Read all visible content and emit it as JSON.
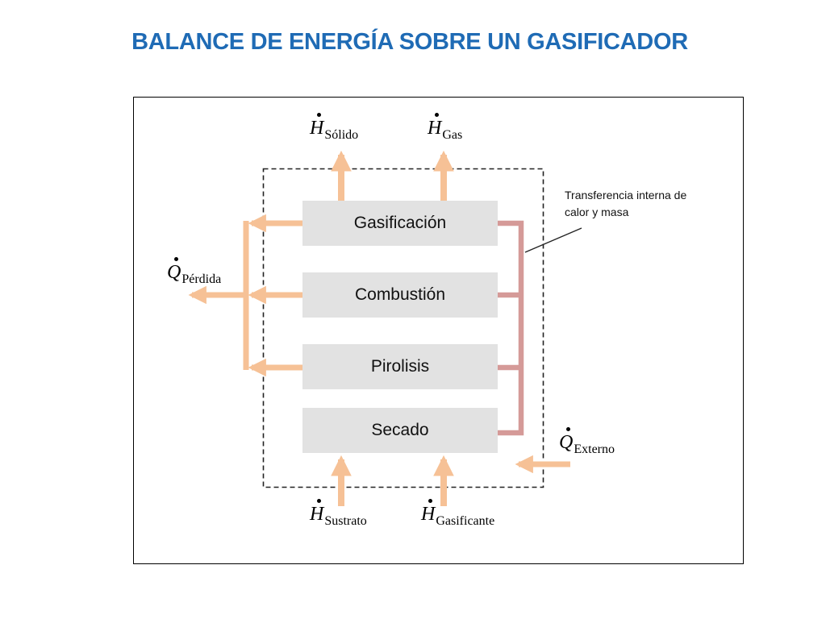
{
  "title": "BALANCE DE ENERGÍA SOBRE UN GASIFICADOR",
  "colors": {
    "title": "#1f6bb5",
    "block_fill": "#e2e2e2",
    "flow_arrow": "#f6c196",
    "internal_transfer": "#d59a98",
    "boundary": "#222222"
  },
  "blocks": [
    "Gasificación",
    "Combustión",
    "Pirolisis",
    "Secado"
  ],
  "flows": {
    "h_solido": {
      "symbol": "H",
      "subscript": "Sólido"
    },
    "h_gas": {
      "symbol": "H",
      "subscript": "Gas"
    },
    "q_perdida": {
      "symbol": "Q",
      "subscript": "Pérdida"
    },
    "q_externo": {
      "symbol": "Q",
      "subscript": "Externo"
    },
    "h_sustrato": {
      "symbol": "H",
      "subscript": "Sustrato"
    },
    "h_gasificante": {
      "symbol": "H",
      "subscript": "Gasificante"
    }
  },
  "note": "Transferencia interna de calor y masa"
}
